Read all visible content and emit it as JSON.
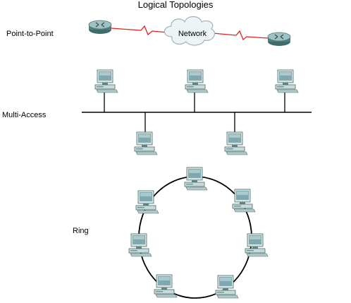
{
  "title": "Logical Topologies",
  "labels": {
    "point_to_point": "Point-to-Point",
    "multi_access": "Multi-Access",
    "ring": "Ring"
  },
  "cloud_label": "Network",
  "colors": {
    "wan_link": "#e0201c",
    "device_body": "#6d9a9a",
    "device_light": "#c8dcdc",
    "screen": "#8fb8bf",
    "cable": "#000000"
  },
  "icons": {
    "router": "router-icon",
    "cloud": "cloud-icon",
    "workstation": "workstation-icon"
  }
}
